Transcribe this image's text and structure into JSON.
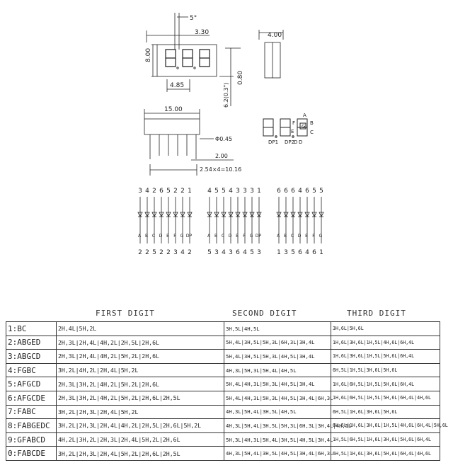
{
  "dimensions": {
    "angle": "5°",
    "digit_width": "3.30",
    "depth": "4.00",
    "height": "8.00",
    "segment_offset": "4.85",
    "side_height": "0.80",
    "pin_length": "6.2(0.3\")",
    "body_width": "15.00",
    "pin_diameter": "Φ0.45",
    "pin_offset": "2.00",
    "pin_pitch": "2.54×4=10.16"
  },
  "segment_diagram": {
    "labels": [
      "A",
      "B",
      "C",
      "D",
      "E",
      "F",
      "G"
    ],
    "dp1": "DP1",
    "dp2": "DP2",
    "dp2_suffix": "D"
  },
  "circuit": {
    "groups": [
      {
        "top_pins": [
          "3",
          "4",
          "2",
          "6",
          "5",
          "2",
          "2",
          "1"
        ],
        "segments": [
          "A",
          "B",
          "C",
          "D",
          "E",
          "F",
          "G",
          "DP"
        ],
        "bottom_pins": [
          "2",
          "2",
          "5",
          "2",
          "2",
          "3",
          "4",
          "2"
        ]
      },
      {
        "top_pins": [
          "4",
          "5",
          "5",
          "4",
          "3",
          "3",
          "3",
          "1"
        ],
        "segments": [
          "A",
          "B",
          "C",
          "D",
          "E",
          "F",
          "G",
          "DP"
        ],
        "bottom_pins": [
          "5",
          "3",
          "4",
          "3",
          "6",
          "4",
          "5",
          "3"
        ]
      },
      {
        "top_pins": [
          "6",
          "6",
          "6",
          "4",
          "6",
          "5",
          "5"
        ],
        "segments": [
          "A",
          "B",
          "C",
          "D",
          "E",
          "F",
          "G"
        ],
        "bottom_pins": [
          "1",
          "3",
          "5",
          "6",
          "4",
          "6",
          "1"
        ]
      }
    ]
  },
  "table": {
    "headers": [
      "FIRST DIGIT",
      "SECOND DIGIT",
      "THIRD DIGIT"
    ],
    "rows": [
      {
        "label": "1:BC",
        "first": "2H,4L|5H,2L",
        "second": "3H,5L|4H,5L",
        "third": "3H,6L|5H,6L"
      },
      {
        "label": "2:ABGED",
        "first": "2H,3L|2H,4L|4H,2L|2H,5L|2H,6L",
        "second": "5H,4L|3H,5L|5H,3L|6H,3L|3H,4L",
        "third": "1H,6L|3H,6L|1H,5L|4H,6L|6H,4L"
      },
      {
        "label": "3:ABGCD",
        "first": "2H,3L|2H,4L|4H,2L|5H,2L|2H,6L",
        "second": "5H,4L|3H,5L|5H,3L|4H,5L|3H,4L",
        "third": "1H,6L|3H,6L|1H,5L|5H,6L|6H,4L"
      },
      {
        "label": "4:FGBC",
        "first": "3H,2L|4H,2L|2H,4L|5H,2L",
        "second": "4H,3L|5H,3L|5H,4L|4H,5L",
        "third": "6H,5L|1H,5L|3H,6L|5H,6L"
      },
      {
        "label": "5:AFGCD",
        "first": "2H,3L|3H,2L|4H,2L|5H,2L|2H,6L",
        "second": "5H,4L|4H,3L|5H,3L|4H,5L|3H,4L",
        "third": "1H,6L|6H,5L|1H,5L|5H,6L|6H,4L"
      },
      {
        "label": "6:AFGCDE",
        "first": "2H,3L|3H,2L|4H,2L|5H,2L|2H,6L|2H,5L",
        "second": "5H,4L|4H,3L|5H,3L|4H,5L|3H,4L|6H,3L",
        "third": "1H,6L|6H,5L|1H,5L|5H,6L|6H,4L|4H,6L"
      },
      {
        "label": "7:FABC",
        "first": "3H,2L|2H,3L|2H,4L|5H,2L",
        "second": "4H,3L|5H,4L|3H,5L|4H,5L",
        "third": "6H,5L|1H,6L|3H,6L|5H,6L"
      },
      {
        "label": "8:FABGEDC",
        "first": "3H,2L|2H,3L|2H,4L|4H,2L|2H,5L|2H,6L|5H,2L",
        "second": "4H,3L|5H,4L|3H,5L|5H,3L|6H,3L|3H,4L|4H,5L",
        "third": "6H,5L|1H,6L|3H,6L|1H,5L|4H,6L|6H,4L|5H,6L"
      },
      {
        "label": "9:GFABCD",
        "first": "4H,2L|3H,2L|2H,3L|2H,4L|5H,2L|2H,6L",
        "second": "5H,3L|4H,3L|5H,4L|3H,5L|4H,5L|3H,4L",
        "third": "1H,5L|6H,5L|1H,6L|3H,6L|5H,6L|6H,4L"
      },
      {
        "label": "0:FABCDE",
        "first": "3H,2L|2H,3L|2H,4L|5H,2L|2H,6L|2H,5L",
        "second": "4H,3L|5H,4L|3H,5L|4H,5L|3H,4L|6H,3L",
        "third": "6H,5L|1H,6L|3H,6L|5H,6L|6H,4L|4H,6L"
      }
    ]
  }
}
